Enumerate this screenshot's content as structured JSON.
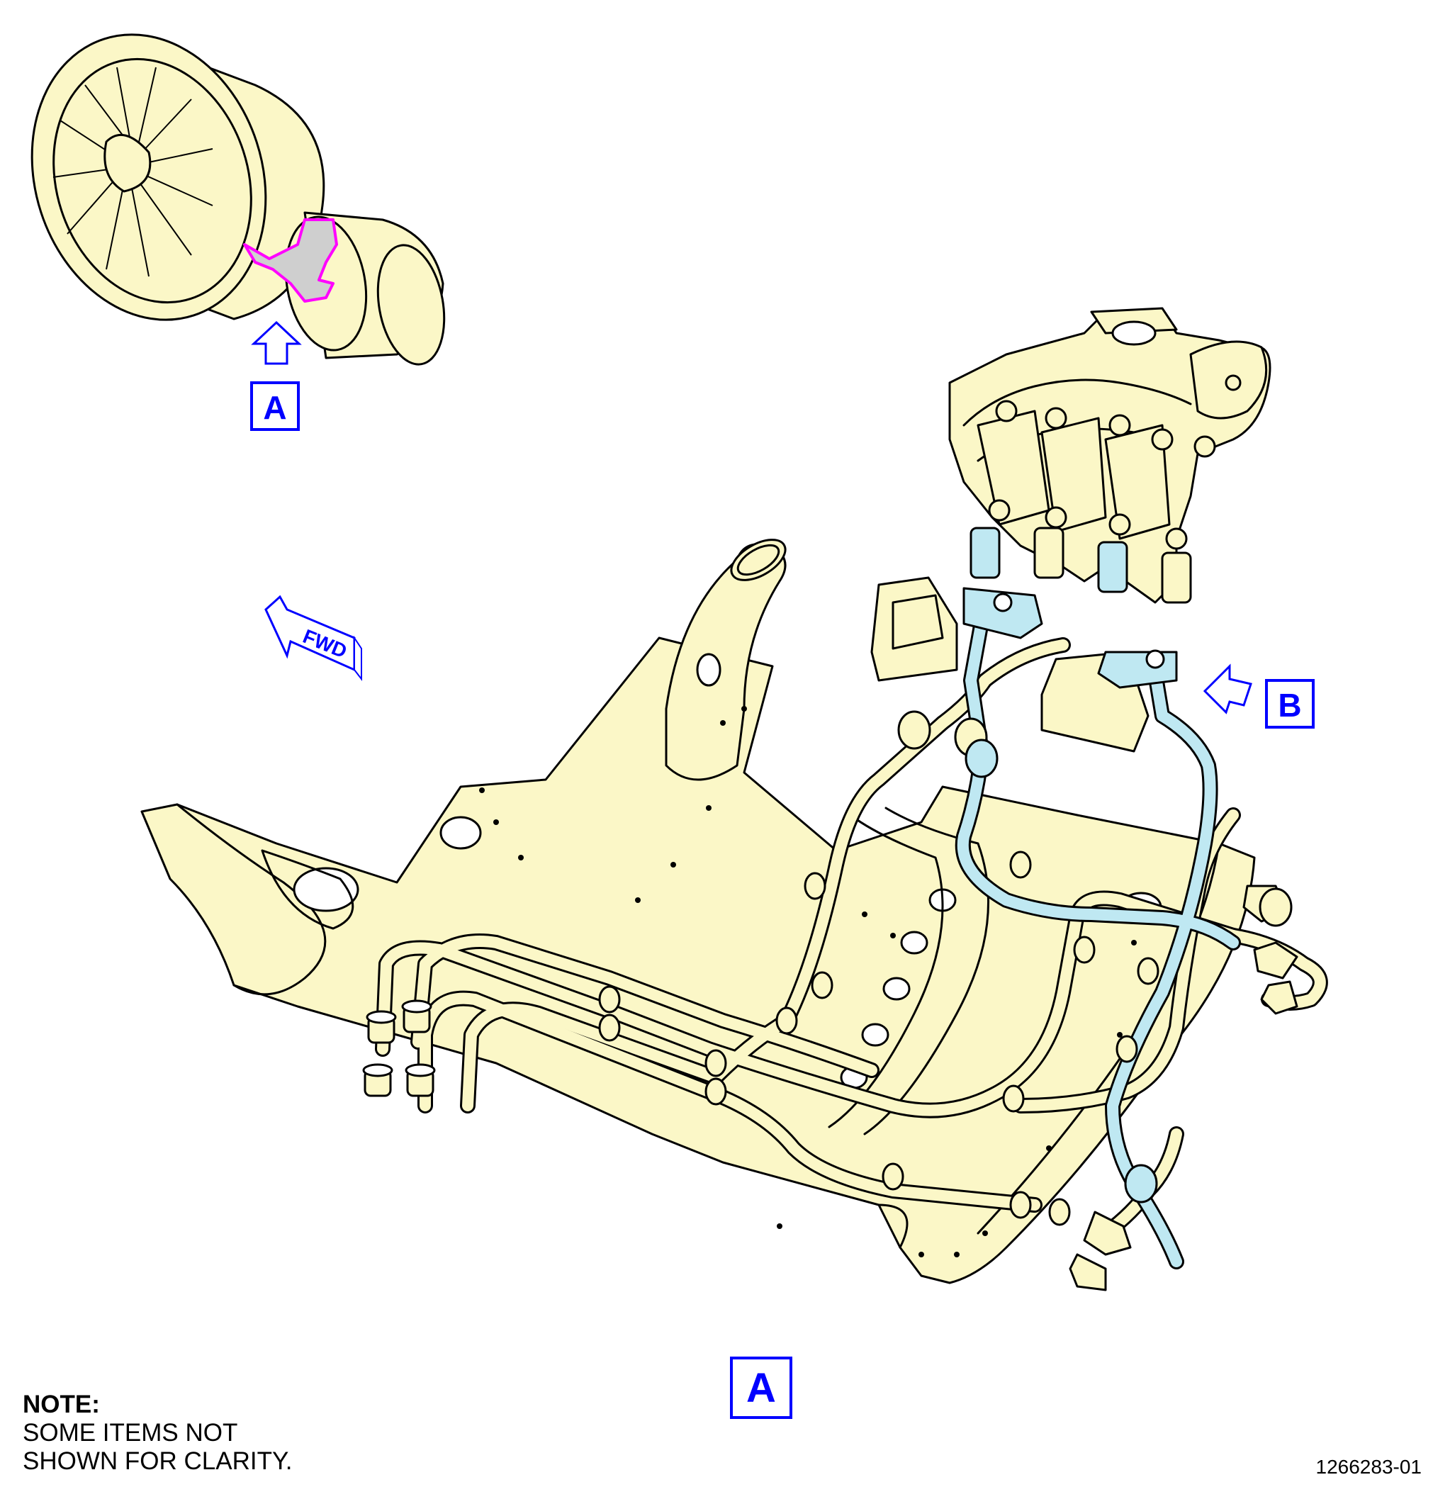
{
  "callouts": {
    "locator_a": "A",
    "detail_a": "A",
    "view_b": "B"
  },
  "direction": {
    "fwd_label": "FWD"
  },
  "note": {
    "title": "NOTE:",
    "line1": "SOME ITEMS NOT",
    "line2": "SHOWN FOR CLARITY."
  },
  "figure_number": "1266283-01",
  "colors": {
    "part_fill": "#fbf7c7",
    "tube_highlight": "#bfe8f2",
    "callout": "#0000ff",
    "locator_highlight": "#ff00ff",
    "outline": "#000000"
  },
  "icons": {
    "callout_arrow": "hollow-arrow-icon",
    "fwd_arrow": "fwd-arrow-icon"
  }
}
